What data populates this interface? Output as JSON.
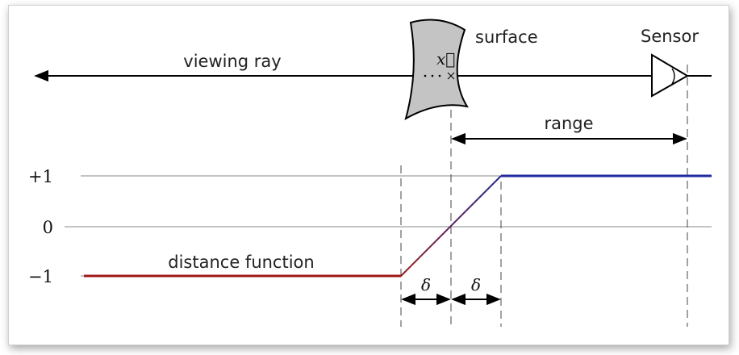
{
  "labels": {
    "viewing_ray": "viewing ray",
    "surface": "surface",
    "sensor": "Sensor",
    "range": "range",
    "distance_function": "distance function",
    "delta": "δ",
    "point": "x⃗"
  },
  "levels": {
    "plus_one": "+1",
    "zero": "0",
    "minus_one": "−1"
  },
  "colors": {
    "negative_segment": "#a01818",
    "positive_segment": "#1f2aa0",
    "ray": "#000000",
    "surface_fill": "#c4c4c4"
  }
}
